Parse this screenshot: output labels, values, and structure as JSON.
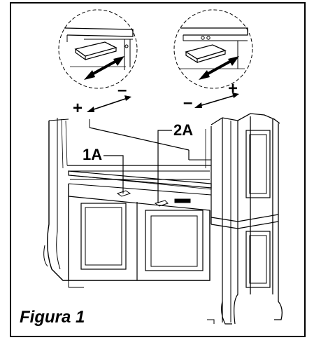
{
  "figure": {
    "caption": "Figura 1",
    "labels": {
      "plus_left": "+",
      "minus_left": "–",
      "minus_right": "–",
      "plus_right": "+",
      "label_1a": "1A",
      "label_2a": "2A"
    },
    "colors": {
      "line": "#000000",
      "background": "#ffffff"
    }
  }
}
